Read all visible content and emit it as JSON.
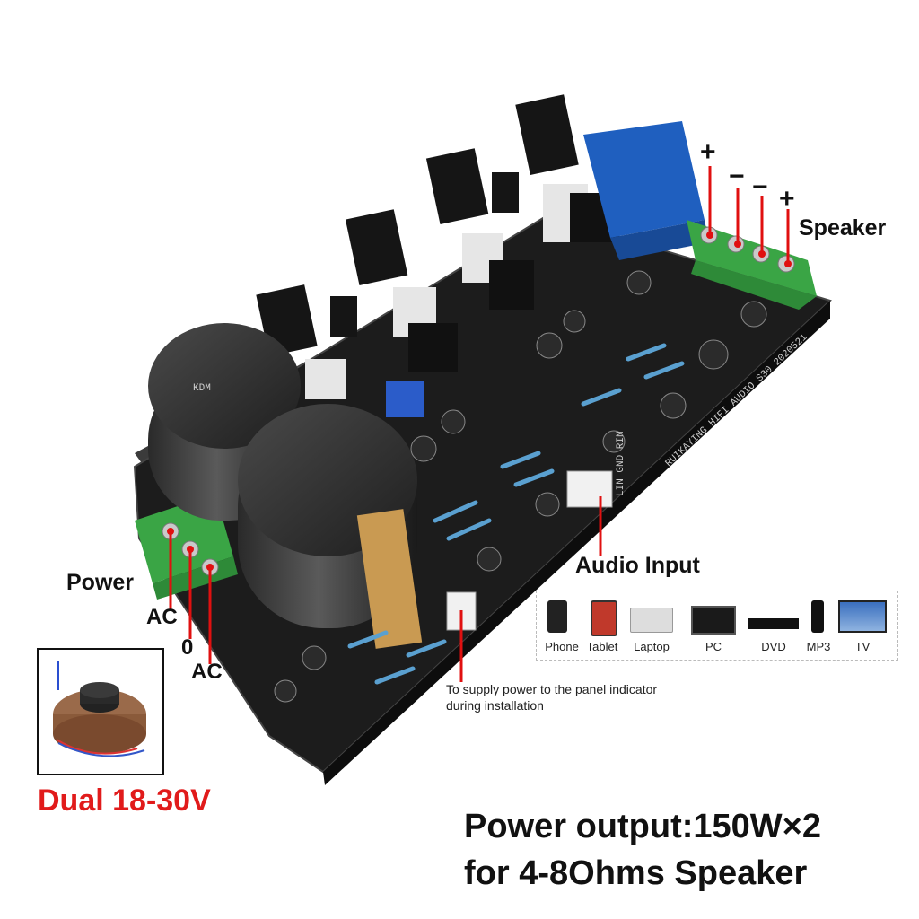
{
  "labels": {
    "speaker": "Speaker",
    "plus_left": "+",
    "minus_left": "−",
    "minus_right": "−",
    "plus_right": "+",
    "audio_input": "Audio Input",
    "power": "Power",
    "ac_1": "AC",
    "zero": "0",
    "ac_2": "AC",
    "supply_note_line1": "To supply power to the panel indicator",
    "supply_note_line2": "during installation",
    "voltage": "Dual 18-30V",
    "output_line1": "Power output:150W×2",
    "output_line2": "for 4-8Ohms Speaker"
  },
  "devices": [
    {
      "name": "Phone",
      "icon": "phone-icon"
    },
    {
      "name": "Tablet",
      "icon": "tablet-icon"
    },
    {
      "name": "Laptop",
      "icon": "laptop-icon"
    },
    {
      "name": "PC",
      "icon": "pc-icon"
    },
    {
      "name": "DVD",
      "icon": "dvd-icon"
    },
    {
      "name": "MP3",
      "icon": "mp3-icon"
    },
    {
      "name": "TV",
      "icon": "tv-icon"
    }
  ],
  "board_silkscreen": {
    "brand": "RUIKAYING HIFI AUDIO S30 2020521",
    "input_pins": "LIN GND RIN",
    "capacitor_brand": "KDM"
  },
  "colors": {
    "pcb": "#1c1c1c",
    "terminal": "#3aa545",
    "pointer": "#e01010",
    "accent_text": "#e11b1b",
    "relay": "#1f5fbf"
  }
}
